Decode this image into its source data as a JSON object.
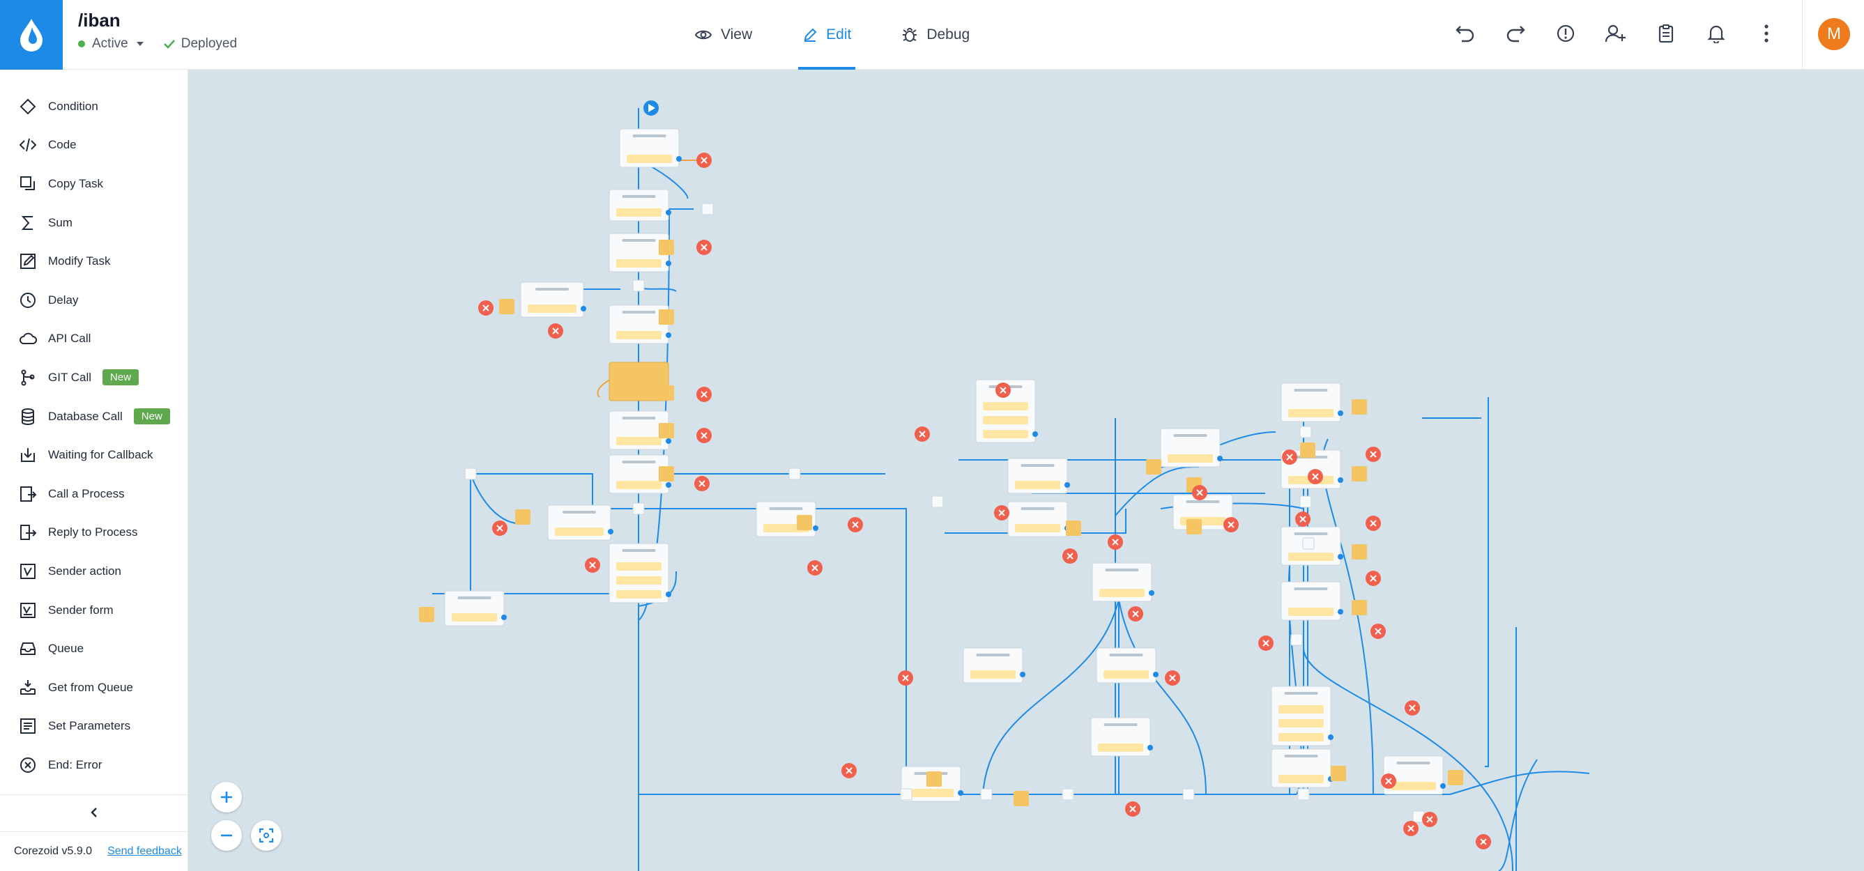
{
  "header": {
    "title": "/iban",
    "status": "Active",
    "deploy_status": "Deployed",
    "tabs": [
      {
        "label": "View"
      },
      {
        "label": "Edit"
      },
      {
        "label": "Debug"
      }
    ],
    "active_tab": "Edit",
    "avatar_initial": "M"
  },
  "sidebar": {
    "items": [
      {
        "label": "Condition",
        "icon": "diamond-icon"
      },
      {
        "label": "Code",
        "icon": "code-icon"
      },
      {
        "label": "Copy Task",
        "icon": "copy-icon"
      },
      {
        "label": "Sum",
        "icon": "sigma-icon"
      },
      {
        "label": "Modify Task",
        "icon": "edit-icon"
      },
      {
        "label": "Delay",
        "icon": "clock-icon"
      },
      {
        "label": "API Call",
        "icon": "cloud-icon"
      },
      {
        "label": "GIT Call",
        "icon": "git-icon",
        "badge": "New"
      },
      {
        "label": "Database Call",
        "icon": "database-icon",
        "badge": "New"
      },
      {
        "label": "Waiting for Callback",
        "icon": "callback-icon"
      },
      {
        "label": "Call a Process",
        "icon": "call-process-icon"
      },
      {
        "label": "Reply to Process",
        "icon": "reply-icon"
      },
      {
        "label": "Sender action",
        "icon": "sender-action-icon"
      },
      {
        "label": "Sender form",
        "icon": "sender-form-icon"
      },
      {
        "label": "Queue",
        "icon": "queue-icon"
      },
      {
        "label": "Get from Queue",
        "icon": "get-queue-icon"
      },
      {
        "label": "Set Parameters",
        "icon": "parameters-icon"
      },
      {
        "label": "End: Error",
        "icon": "end-error-icon"
      }
    ],
    "version": "Corezoid v5.9.0",
    "feedback_label": "Send feedback"
  },
  "colors": {
    "accent": "#1c8ae6",
    "canvas_bg": "#d6e2ea",
    "error_node": "#f0604d",
    "node_field": "#ffe7a3",
    "new_badge": "#5fa84d",
    "avatar": "#f07b1c"
  }
}
